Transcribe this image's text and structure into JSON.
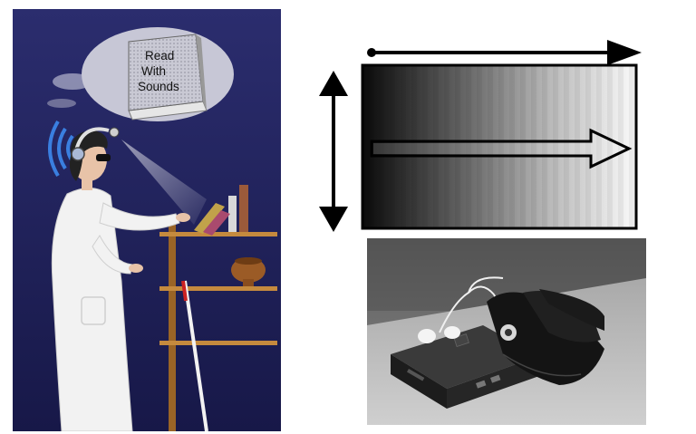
{
  "illustration": {
    "thought_book_text": [
      "Read",
      "With",
      "Sounds"
    ]
  },
  "colors": {
    "night_background": "#1e1f55",
    "coat": "#f2f2f2",
    "shelf_wood": "#b37a34",
    "sound_waves": "#3a7fe0"
  },
  "icons": {
    "horizontal_arrow": "arrow-right-icon",
    "vertical_arrow": "arrow-up-down-icon",
    "scan_arrow": "hollow-arrow-right-icon"
  }
}
